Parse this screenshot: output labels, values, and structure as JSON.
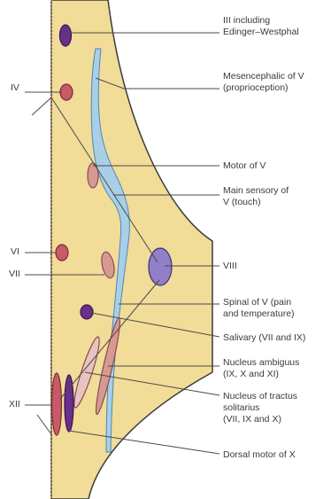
{
  "colors": {
    "brainstem_fill": "#f1dc98",
    "outline": "#3a3a3a",
    "midline": "#b09060",
    "tract_fill": "#a9cfe6",
    "tract_stroke": "#4e86b8",
    "motor_nucleus": "#c85a68",
    "pale_nucleus": "#d79a92",
    "purple_nucleus": "#6a2f8a",
    "sensory_nucleus": "#8f80c8"
  },
  "labels": {
    "n3_line1": "III including",
    "n3_line2": "Edinger–Westphal",
    "mes_line1": "Mesencephalic of V",
    "mes_line2": "(proprioception)",
    "motor_v": "Motor of V",
    "main_line1": "Main sensory of",
    "main_line2": "V (touch)",
    "n8": "VIII",
    "spinal_line1": "Spinal of V (pain",
    "spinal_line2": "and temperature)",
    "salivary": "Salivary (VII and IX)",
    "amb_line1": "Nucleus ambiguus",
    "amb_line2": "(IX, X and XI)",
    "sol_line1": "Nucleus of tractus",
    "sol_line2": "solitarius",
    "sol_line3": "(VII, IX and X)",
    "dorsal": "Dorsal motor of X",
    "n4": "IV",
    "n6": "VI",
    "n7": "VII",
    "n12": "XII"
  }
}
